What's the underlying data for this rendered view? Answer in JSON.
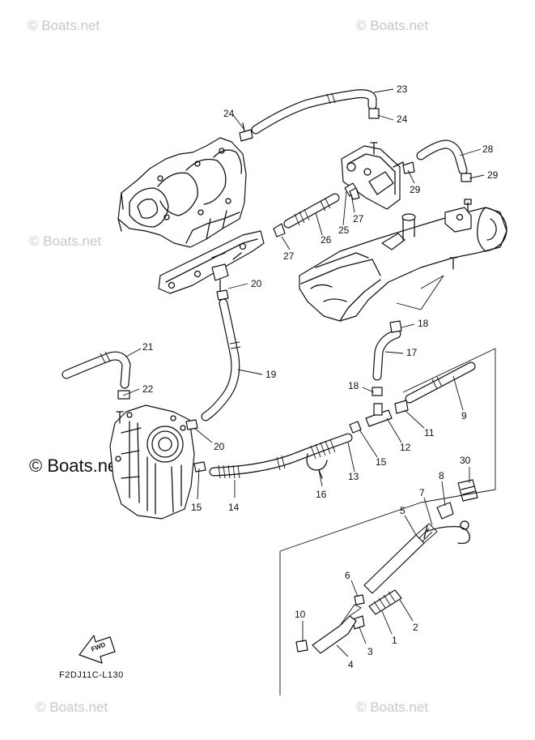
{
  "watermarks": {
    "small": "© Boats.net",
    "large": "© Boats.net"
  },
  "diagram_code": "F2DJ11C-L130",
  "fwd_label": "FWD",
  "callouts": {
    "c1": "1",
    "c2": "2",
    "c3": "3",
    "c4": "4",
    "c5": "5",
    "c6": "6",
    "c7": "7",
    "c8": "8",
    "c9": "9",
    "c10": "10",
    "c11": "11",
    "c12": "12",
    "c13": "13",
    "c14": "14",
    "c15a": "15",
    "c15b": "15",
    "c16": "16",
    "c17": "17",
    "c18a": "18",
    "c18b": "18",
    "c19": "19",
    "c20a": "20",
    "c20b": "20",
    "c21": "21",
    "c22": "22",
    "c23": "23",
    "c24a": "24",
    "c24b": "24",
    "c25": "25",
    "c26": "26",
    "c27a": "27",
    "c27b": "27",
    "c28": "28",
    "c29a": "29",
    "c29b": "29",
    "c30": "30"
  }
}
